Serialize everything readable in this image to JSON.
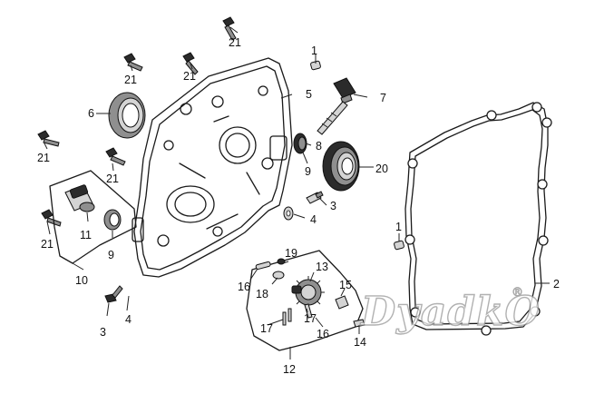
{
  "labels": {
    "p1a": "1",
    "p1b": "1",
    "p2": "2",
    "p3a": "3",
    "p3b": "3",
    "p4a": "4",
    "p4b": "4",
    "p5": "5",
    "p6": "6",
    "p7": "7",
    "p8": "8",
    "p9a": "9",
    "p9b": "9",
    "p10": "10",
    "p11": "11",
    "p12": "12",
    "p13": "13",
    "p14": "14",
    "p15": "15",
    "p16a": "16",
    "p16b": "16",
    "p17a": "17",
    "p17b": "17",
    "p18": "18",
    "p19": "19",
    "p20": "20",
    "p21a": "21",
    "p21b": "21",
    "p21c": "21",
    "p21d": "21",
    "p21e": "21",
    "p21f": "21"
  },
  "watermark": {
    "text": "DyadkO",
    "registered": "®"
  }
}
